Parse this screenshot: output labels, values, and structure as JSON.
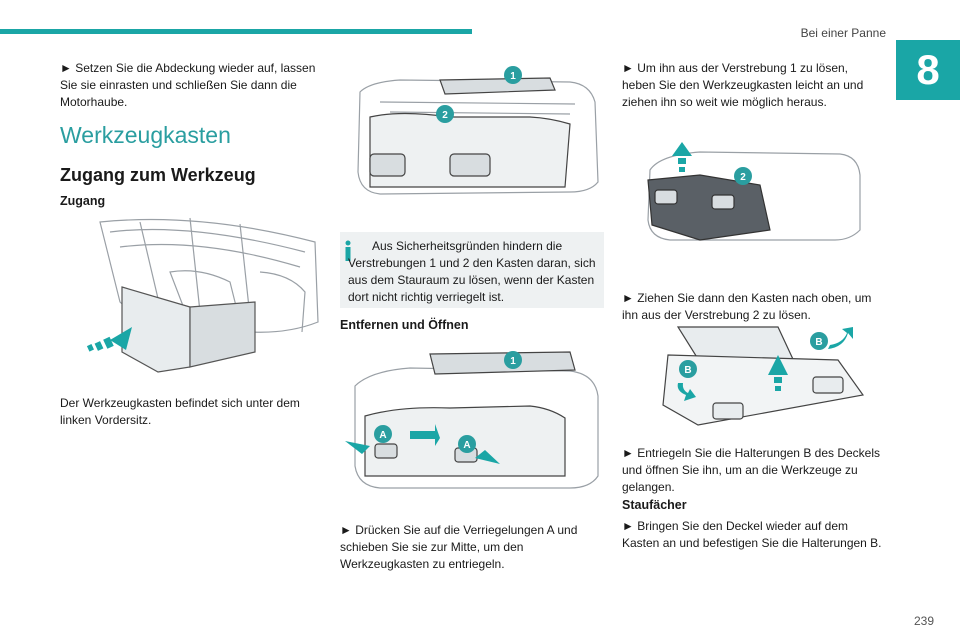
{
  "header": {
    "section_title": "Bei einer Panne",
    "chapter_number": "8"
  },
  "col1": {
    "intro_text": "► Setzen Sie die Abdeckung wieder auf, lassen Sie sie einrasten und schließen Sie dann die Motorhaube.",
    "title": "Werkzeugkasten",
    "subtitle": "Zugang zum Werkzeug",
    "sub_subtitle": "Zugang",
    "location_text": "Der Werkzeugkasten befindet sich unter dem linken Vordersitz."
  },
  "col2": {
    "note_text": "Aus Sicherheitsgründen hindern die Verstrebungen 1 und 2 den Kasten daran, sich aus dem Stauraum zu lösen, wenn der Kasten dort nicht richtig verriegelt ist.",
    "section_heading": "Entfernen und Öffnen",
    "step_text": "► Drücken Sie auf die Verriegelungen A und schieben Sie sie zur Mitte, um den Werkzeugkasten zu entriegeln.",
    "callouts": {
      "one": "1",
      "two": "2",
      "a": "A"
    }
  },
  "col3": {
    "step1_text": "► Um ihn aus der Verstrebung 1 zu lösen, heben Sie den Werkzeugkasten leicht an und ziehen ihn so weit wie möglich heraus.",
    "step2_text": "► Ziehen Sie dann den Kasten nach oben, um ihn aus der Verstrebung 2 zu lösen.",
    "step3_text": "► Entriegeln Sie die Halterungen B des Deckels und öffnen Sie ihn, um an die Werkzeuge zu gelangen.",
    "section_heading": "Staufächer",
    "step4_text": "► Bringen Sie den Deckel wieder auf dem Kasten an und befestigen Sie die Halterungen B.",
    "callouts": {
      "two": "2",
      "b": "B"
    }
  },
  "footer": {
    "page_number": "239"
  },
  "colors": {
    "accent": "#1aa6a6",
    "callout": "#2a9ea0"
  }
}
